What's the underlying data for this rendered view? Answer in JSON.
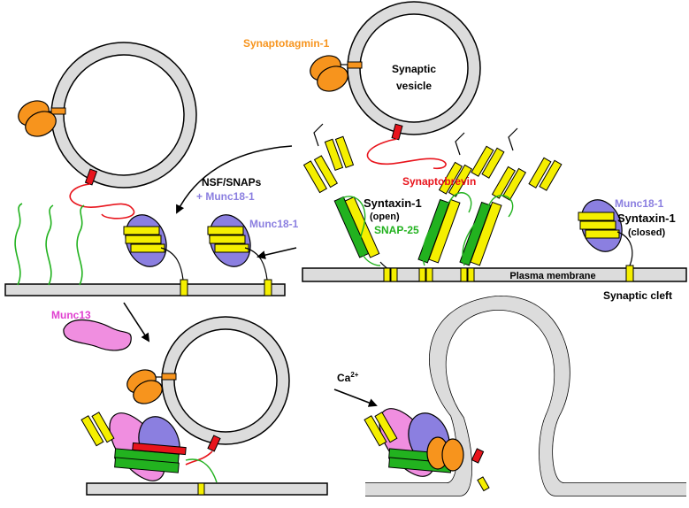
{
  "labels": {
    "synaptotagmin": "Synaptotagmin-1",
    "vesicle_line1": "Synaptic",
    "vesicle_line2": "vesicle",
    "synaptobrevin": "Synaptobrevin",
    "nsf_snaps": "NSF/SNAPs",
    "plus_munc18": "+ Munc18-1",
    "munc18_arrow": "Munc18-1",
    "syntaxin_open": "Syntaxin-1",
    "open": "(open)",
    "snap25": "SNAP-25",
    "munc18_closed": "Munc18-1",
    "syntaxin_closed": "Syntaxin-1",
    "closed": "(closed)",
    "plasma_membrane": "Plasma membrane",
    "synaptic_cleft": "Synaptic cleft",
    "munc13": "Munc13",
    "calcium": "Ca",
    "calcium_charge": "2+"
  },
  "colors": {
    "synaptotagmin": "#f7941d",
    "synaptobrevin": "#e8141c",
    "munc18": "#8b7fe0",
    "snap25": "#22b21f",
    "munc13": "#f08ee0",
    "syntaxin": "#f5ef00",
    "membrane": "#dcdcdc"
  }
}
